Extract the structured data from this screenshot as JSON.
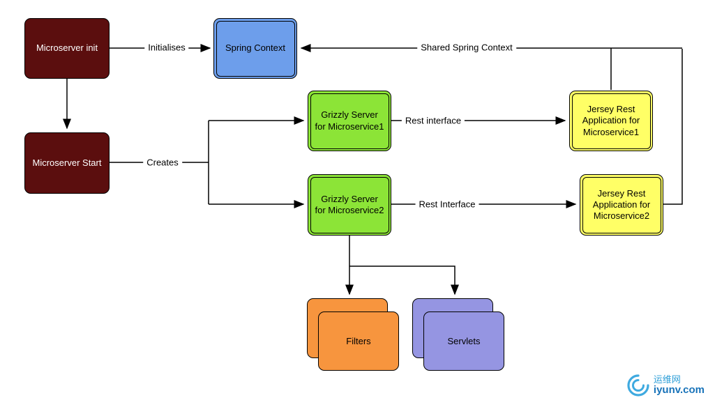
{
  "diagram": {
    "nodes": {
      "microserver_init": "Microserver init",
      "spring_context": "Spring Context",
      "microserver_start": "Microserver Start",
      "grizzly1": "Grizzly Server\nfor Microservice1",
      "grizzly2": "Grizzly Server\nfor Microservice2",
      "jersey1": "Jersey Rest\nApplication for\nMicroservice1",
      "jersey2": "Jersey Rest\nApplication for\nMicroservice2",
      "filters": "Filters",
      "servlets": "Servlets"
    },
    "edge_labels": {
      "initialises": "Initialises",
      "creates": "Creates",
      "rest_interface_1": "Rest interface",
      "rest_interface_2": "Rest Interface",
      "shared_spring_context": "Shared Spring Context"
    },
    "colors": {
      "init_node": "#5B0E0E",
      "spring_node": "#6D9EEB",
      "grizzly_node": "#8CE437",
      "jersey_node": "#FFFF66",
      "filters_node": "#F7953E",
      "servlets_node": "#9595E2"
    }
  },
  "watermark": {
    "site_name": "运维网",
    "site_url": "iyunv.com"
  }
}
